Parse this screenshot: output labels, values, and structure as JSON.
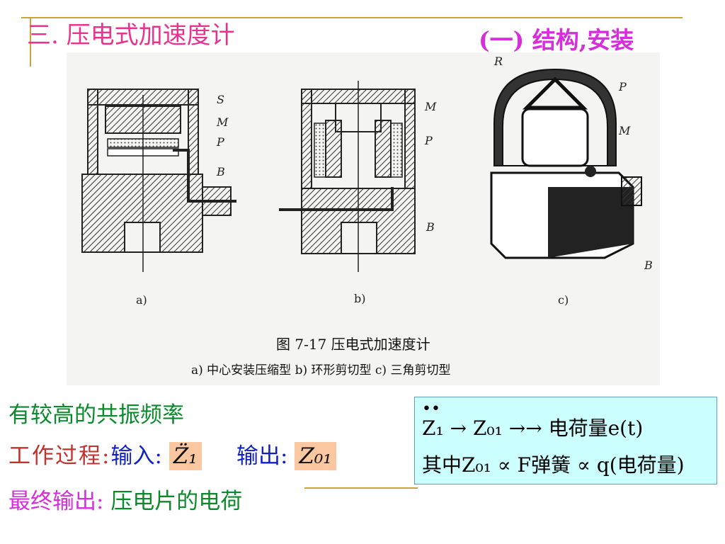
{
  "header": {
    "title": "三. 压电式加速度计",
    "subtitle": "(一)  结构,安装"
  },
  "figure": {
    "labels_a": [
      "S",
      "M",
      "P",
      "B"
    ],
    "labels_b": [
      "M",
      "P",
      "B"
    ],
    "labels_c": [
      "R",
      "P",
      "M",
      "B"
    ],
    "panel_a": "a)",
    "panel_b": "b)",
    "panel_c": "c)",
    "caption": "图 7-17   压电式加速度计",
    "subcaption": "a) 中心安装压缩型   b) 环形剪切型   c) 三角剪切型"
  },
  "body": {
    "line1": "有较高的共振频率",
    "line2_label": "工作过程:",
    "line2_input": "输入:",
    "line2_input_val": "Z̈₁",
    "line2_output": "输出:",
    "line2_output_val": "Z₀₁",
    "line3_label": "最终输出:",
    "line3_value": "压电片的电荷"
  },
  "math": {
    "dots": "••",
    "line1": "Z₁ → Z₀₁ →→ 电荷量e(t)",
    "line2": "其中Z₀₁ ∝ F弹簧 ∝ q(电荷量)"
  },
  "colors": {
    "title": "#e8338f",
    "subtitle": "#d62edb",
    "green": "#0a8a2a",
    "blue": "#1020c8",
    "red": "#c0322c",
    "mathbox": "#ccffff",
    "highlight": "#fbc7a0",
    "rule": "#c9a63a"
  }
}
